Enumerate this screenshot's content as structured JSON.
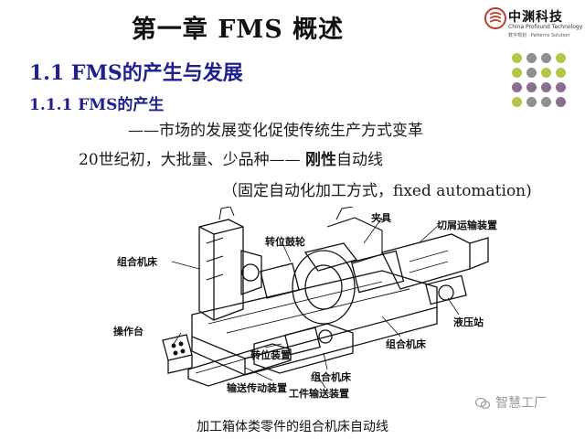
{
  "slide": {
    "title": "第一章    FMS 概述",
    "section_heading": "1.1  FMS的产生与发展",
    "subsection_heading": "1.1.1 FMS的产生",
    "line_1": "——市场的发展变化促使传统生产方式变革",
    "line_2_prefix": "20世纪初，大批量、少品种—— ",
    "line_2_emphasis": "刚性",
    "line_2_suffix": "自动线",
    "line_3": "（固定自动化加工方式，fixed automation)",
    "caption": "加工箱体类零件的组合机床自动线"
  },
  "logo": {
    "name": "中渊科技",
    "english": "China Profound Technology",
    "tagline": "数字规划 · Patterns Solution"
  },
  "watermark": {
    "text": "智慧工厂"
  },
  "figure": {
    "labels": {
      "combo_machine_left": "组合机床",
      "transfer_drum": "转位鼓轮",
      "fixture": "夹具",
      "chip_conveyor": "切屑运输装置",
      "hydraulic_station": "液压站",
      "combo_machine_right": "组合机床",
      "operator_console": "操作台",
      "transfer_device": "转位装置",
      "combo_machine_bottom": "组合机床",
      "conveyor_drive": "输送传动装置",
      "workpiece_conveyor": "工件输送装置"
    }
  },
  "colors": {
    "heading_blue": "#1f1f8f",
    "logo_red": "#c0392b",
    "dot_grid": [
      [
        "#b7c44a",
        "#8f8f8f",
        "#8f8f8f",
        "#b7c44a"
      ],
      [
        "#b7c44a",
        "#8f8f8f",
        "#b7c44a",
        "#b7c44a"
      ],
      [
        "#8a6d8f",
        "#8a6d8f",
        "#8a6d8f",
        "#8a6d8f"
      ],
      [
        "#b7c44a",
        "#8f8f8f",
        "#8f8f8f",
        "#8a6d8f"
      ]
    ]
  }
}
